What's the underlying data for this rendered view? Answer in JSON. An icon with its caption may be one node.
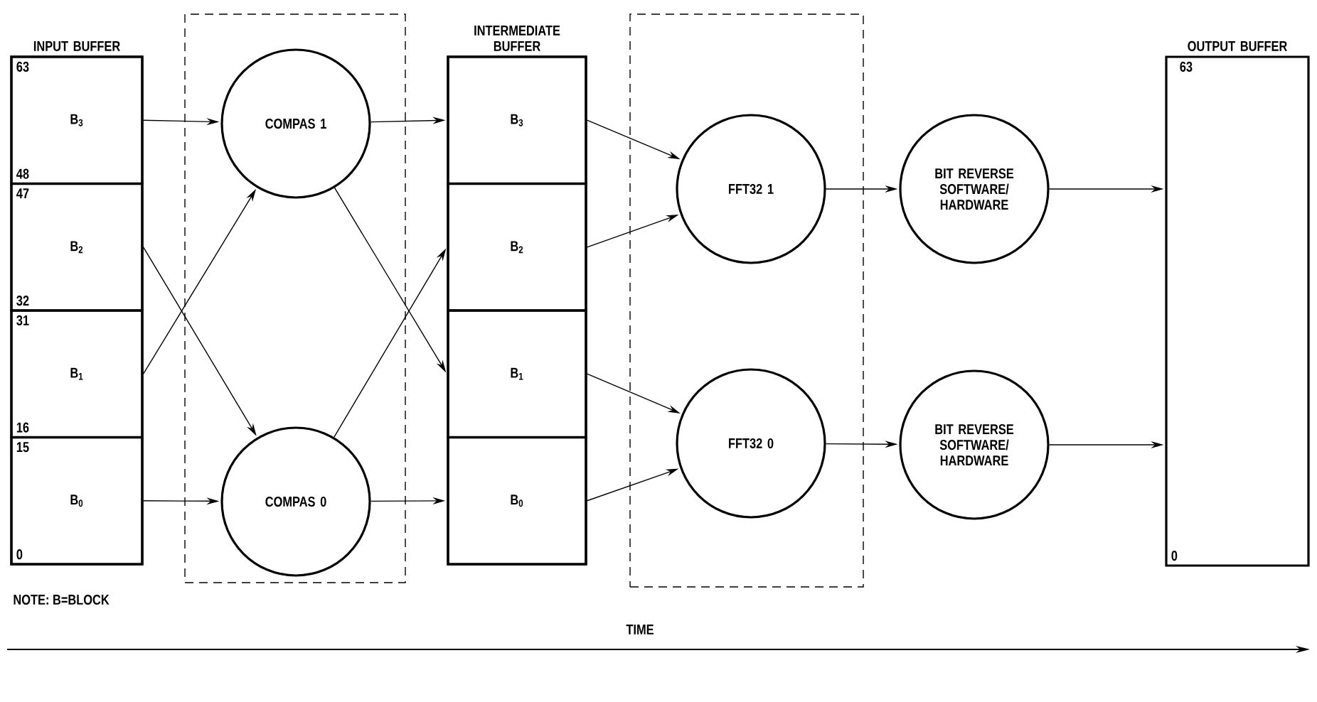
{
  "diagram": {
    "nodes": [
      {
        "text": [
          "INPUT BUFFER"
        ]
      },
      {
        "text": [
          "63",
          "B$_{3}$",
          "48"
        ],
        "in": 0
      },
      {
        "text": [
          "47",
          "B$_{2}$",
          "32"
        ],
        "in": 0
      },
      {
        "text": [
          "31",
          "B$_{1}$",
          "16"
        ],
        "in": 0
      },
      {
        "text": [
          "15",
          "B$_{0}$",
          "0"
        ],
        "in": 0
      },
      {
        "text": [],
        "shape": "box"
      },
      {
        "text": [
          "COMPAS 1"
        ],
        "in": 5
      },
      {
        "text": [
          "COMPAS 0"
        ],
        "in": 5
      },
      {
        "text": [
          "INTERMEDIATE BUFFER"
        ]
      },
      {
        "text": [
          "B$_{3}$"
        ],
        "in": 8
      },
      {
        "text": [
          "B$_{2}$"
        ],
        "in": 8
      },
      {
        "text": [
          "B$_{1}$"
        ],
        "in": 8
      },
      {
        "text": [
          "B$_{0}$"
        ],
        "in": 8
      },
      {
        "text": [],
        "shape": "box"
      },
      {
        "text": [
          "FFT32 1"
        ],
        "in": 13
      },
      {
        "text": [
          "FFT32 0"
        ],
        "in": 13
      },
      {
        "text": [
          "BIT REVERSE SOFTWARE/ HARDWARE"
        ]
      },
      {
        "text": [
          "BIT REVERSE SOFTWARE/ HARDWARE"
        ]
      },
      {
        "text": [
          "OUTPUT BUFFER",
          "63",
          "0"
        ]
      }
    ],
    "edges": [
      {
        "from": 1,
        "to": 6,
        "arrow": "to"
      },
      {
        "from": 3,
        "to": 6,
        "arrow": "to"
      },
      {
        "from": 2,
        "to": 7,
        "arrow": "to"
      },
      {
        "from": 4,
        "to": 7,
        "arrow": "to"
      },
      {
        "from": 6,
        "to": 9,
        "arrow": "to"
      },
      {
        "from": 6,
        "to": 11,
        "arrow": "to"
      },
      {
        "from": 7,
        "to": 10,
        "arrow": "to"
      },
      {
        "from": 7,
        "to": 12,
        "arrow": "to"
      },
      {
        "from": 9,
        "to": 14,
        "arrow": "to"
      },
      {
        "from": 10,
        "to": 14,
        "arrow": "to"
      },
      {
        "from": 11,
        "to": 15,
        "arrow": "to"
      },
      {
        "from": 12,
        "to": 15,
        "arrow": "to"
      },
      {
        "from": 14,
        "to": 16,
        "arrow": "to"
      },
      {
        "from": 15,
        "to": 17,
        "arrow": "to"
      },
      {
        "from": 16,
        "to": 18,
        "arrow": "to"
      },
      {
        "from": 17,
        "to": 18,
        "arrow": "to"
      }
    ],
    "labels": [
      "NOTE: B=BLOCK",
      "TIME"
    ]
  }
}
